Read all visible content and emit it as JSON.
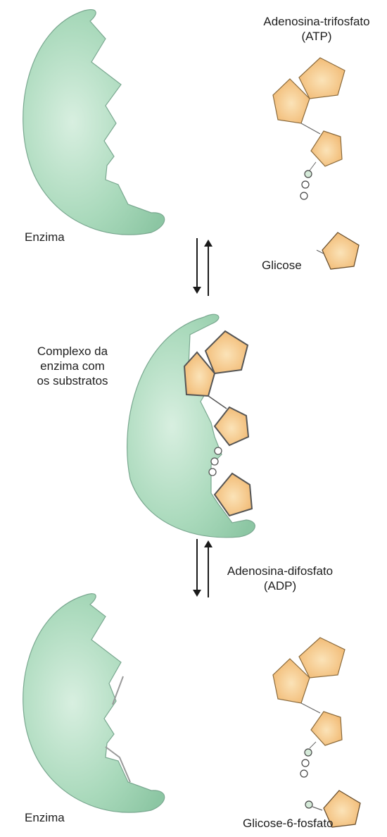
{
  "labels": {
    "atp_line1": "Adenosina-trifosfato",
    "atp_line2": "(ATP)",
    "enzyme_top": "Enzima",
    "glucose": "Glicose",
    "complex_line1": "Complexo da",
    "complex_line2": "enzima com",
    "complex_line3": "os substratos",
    "adp_line1": "Adenosina-difosfato",
    "adp_line2": "(ADP)",
    "enzyme_bottom": "Enzima",
    "g6p": "Glicose-6-fosfato"
  },
  "colors": {
    "enzyme_fill": "#a9d9bb",
    "enzyme_stroke": "#6a9a80",
    "molecule_fill": "#f5c17a",
    "molecule_stroke": "#8a6a3c",
    "phosphate_stroke": "#555555",
    "arrow": "#1a1a1a"
  }
}
